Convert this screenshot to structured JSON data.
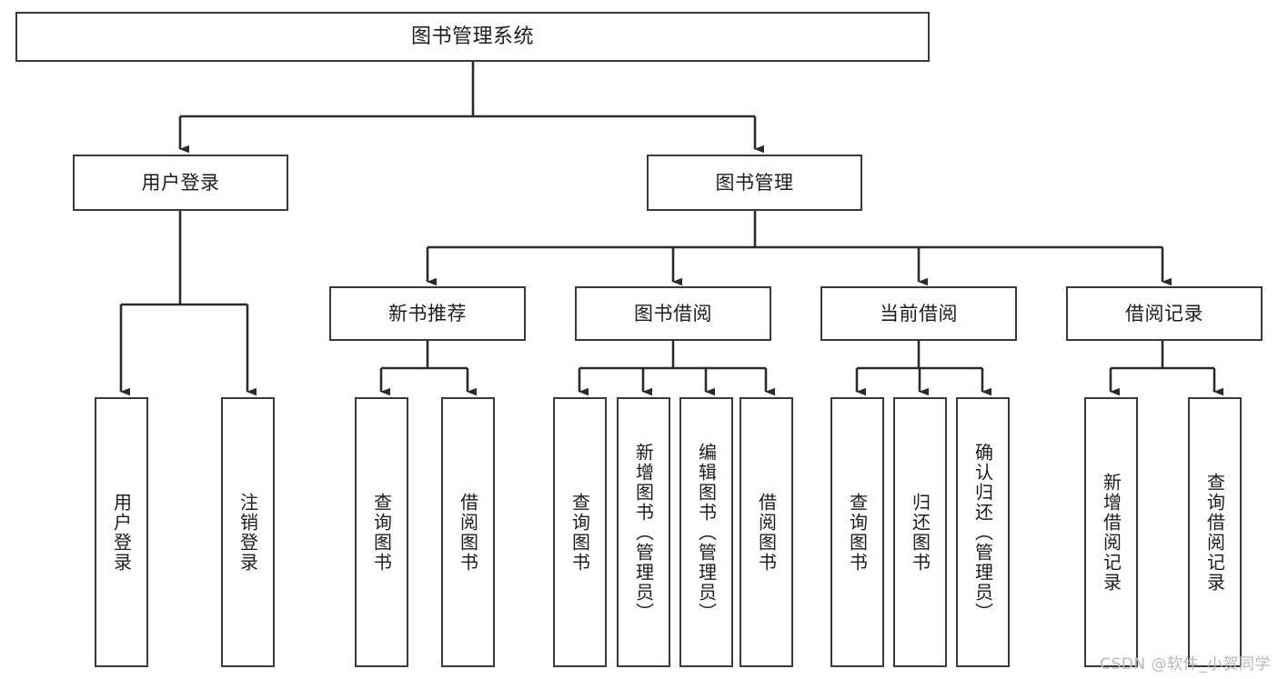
{
  "diagram": {
    "title": "图书管理系统",
    "watermark": "CSDN @软件_小贺同学",
    "colors": {
      "box_border": "#3a3a3a",
      "edge": "#2b2b2b",
      "text": "#1d1d1d",
      "background": "#ffffff",
      "watermark": "#b9b9b9"
    },
    "nodes": {
      "root": {
        "label": "图书管理系统"
      },
      "level2": [
        {
          "label": "用户登录"
        },
        {
          "label": "图书管理"
        }
      ],
      "level3": [
        {
          "label": "新书推荐"
        },
        {
          "label": "图书借阅"
        },
        {
          "label": "当前借阅"
        },
        {
          "label": "借阅记录"
        }
      ],
      "leaves": {
        "user_login": [
          {
            "label": "用户登录"
          },
          {
            "label": "注销登录"
          }
        ],
        "new_book": [
          {
            "label": "查询图书"
          },
          {
            "label": "借阅图书"
          }
        ],
        "book_borrow": [
          {
            "label": "查询图书"
          },
          {
            "label": "新增图书（管理员）"
          },
          {
            "label": "编辑图书（管理员）"
          },
          {
            "label": "借阅图书"
          }
        ],
        "current_borrow": [
          {
            "label": "查询图书"
          },
          {
            "label": "归还图书"
          },
          {
            "label": "确认归还（管理员）"
          }
        ],
        "borrow_record": [
          {
            "label": "新增借阅记录"
          },
          {
            "label": "查询借阅记录"
          }
        ]
      }
    }
  }
}
